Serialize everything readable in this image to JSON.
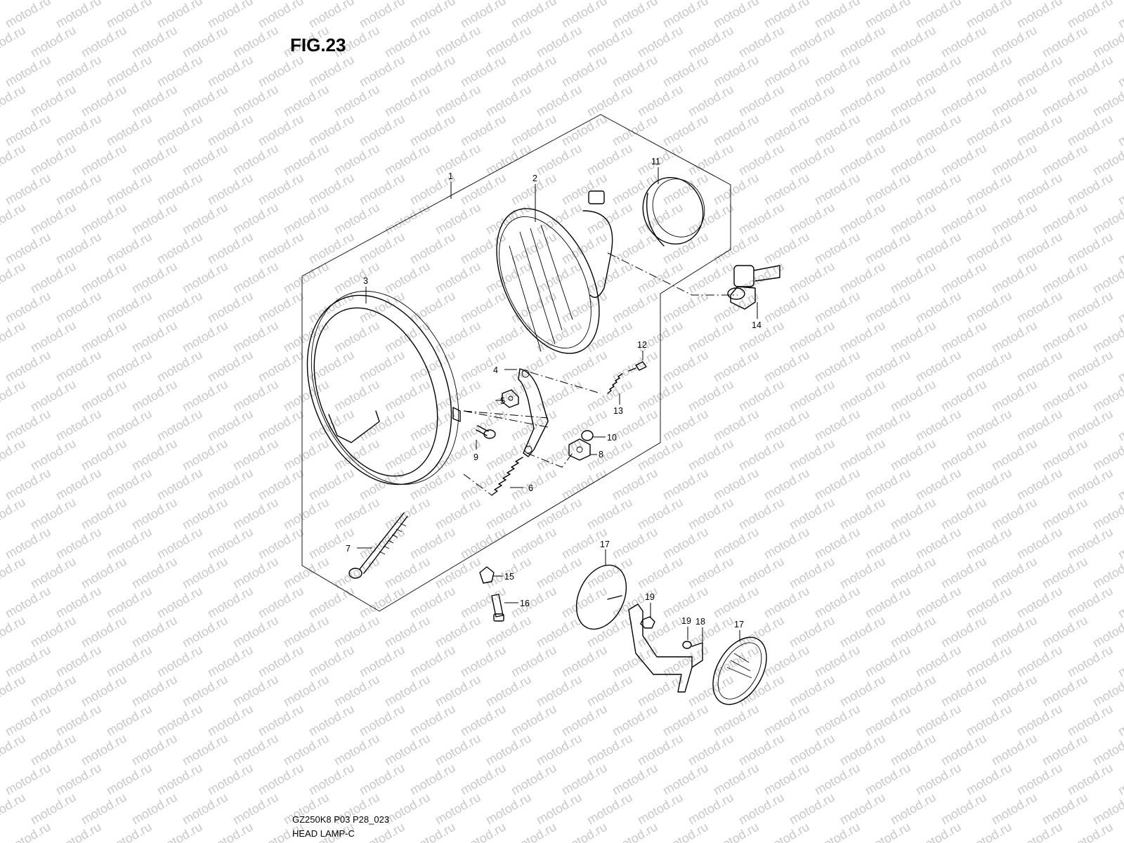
{
  "figure": {
    "title": "FIG.23",
    "model_code": "GZ250K8 P03 P28_023",
    "diagram_name": "HEAD LAMP-C"
  },
  "watermark": "motod.ru",
  "callouts": [
    {
      "id": "c1",
      "label": "1"
    },
    {
      "id": "c2",
      "label": "2"
    },
    {
      "id": "c3",
      "label": "3"
    },
    {
      "id": "c4",
      "label": "4"
    },
    {
      "id": "c5",
      "label": "5"
    },
    {
      "id": "c6",
      "label": "6"
    },
    {
      "id": "c7",
      "label": "7"
    },
    {
      "id": "c8",
      "label": "8"
    },
    {
      "id": "c9",
      "label": "9"
    },
    {
      "id": "c10",
      "label": "10"
    },
    {
      "id": "c11",
      "label": "11"
    },
    {
      "id": "c12",
      "label": "12"
    },
    {
      "id": "c13",
      "label": "13"
    },
    {
      "id": "c14",
      "label": "14"
    },
    {
      "id": "c15",
      "label": "15"
    },
    {
      "id": "c16",
      "label": "16"
    },
    {
      "id": "c17a",
      "label": "17"
    },
    {
      "id": "c17b",
      "label": "17"
    },
    {
      "id": "c18",
      "label": "18"
    },
    {
      "id": "c19a",
      "label": "19"
    },
    {
      "id": "c19b",
      "label": "19"
    }
  ]
}
